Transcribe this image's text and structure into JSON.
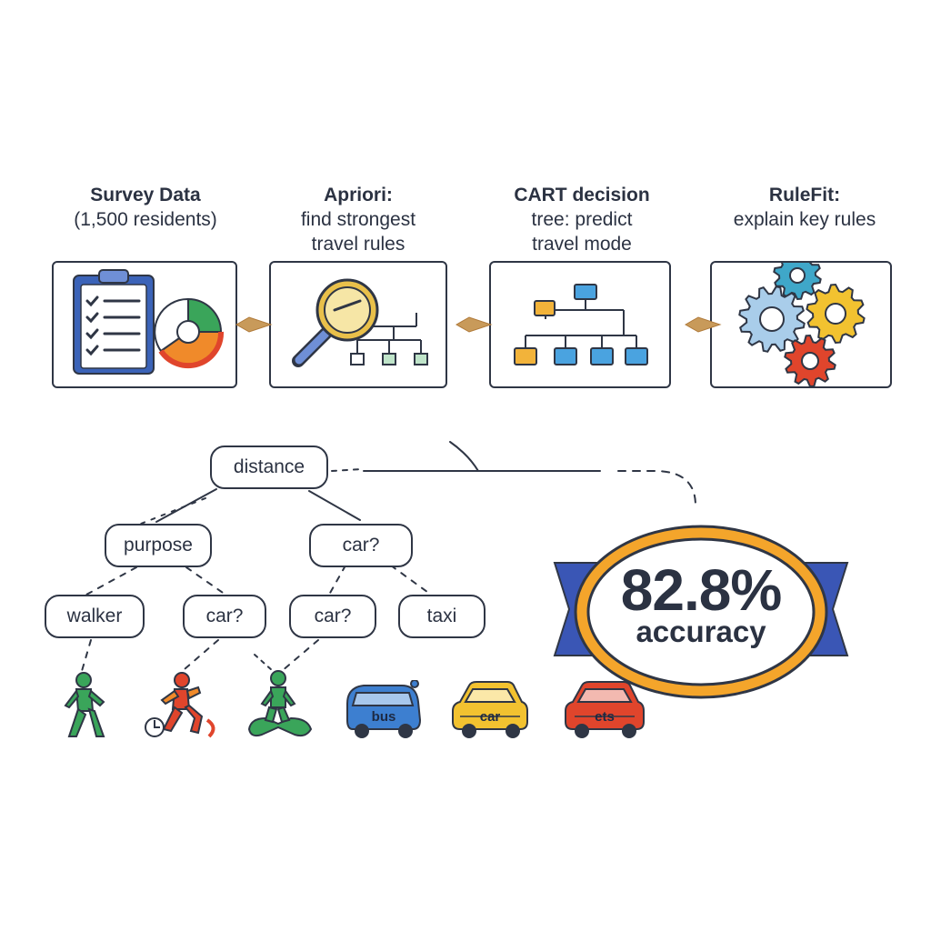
{
  "pipeline": [
    {
      "title": "Survey Data",
      "lines": [
        "(1,500 residents)"
      ]
    },
    {
      "title": "Apriori:",
      "lines": [
        "find strongest",
        "travel rules"
      ]
    },
    {
      "title": "CART decision",
      "lines": [
        "tree: predict",
        "travel mode"
      ]
    },
    {
      "title": "RuleFit:",
      "lines": [
        "explain key rules"
      ]
    }
  ],
  "tree": {
    "root": "distance",
    "level1": [
      "purpose",
      "car?"
    ],
    "level2": [
      "walker",
      "car?",
      "car?",
      "taxi"
    ]
  },
  "vehicles": [
    "bus",
    "car",
    "ets"
  ],
  "result": {
    "value": "82.8%",
    "label": "accuracy"
  },
  "colors": {
    "green": "#3aa55a",
    "red": "#e0452c",
    "orange": "#f08a2a",
    "blue": "#3d7fd0",
    "yellow": "#f2c230",
    "badge_ring": "#f4a52b",
    "ribbon": "#3a56b5",
    "outline": "#2f3645"
  },
  "icons": [
    "clipboard-icon",
    "pie-chart-icon",
    "magnifier-icon",
    "hierarchy-icon",
    "decision-tree-icon",
    "gears-icon",
    "walker-icon",
    "runner-icon",
    "cyclist-icon",
    "bus-icon",
    "car-icon",
    "taxi-icon",
    "arrow-icon"
  ]
}
